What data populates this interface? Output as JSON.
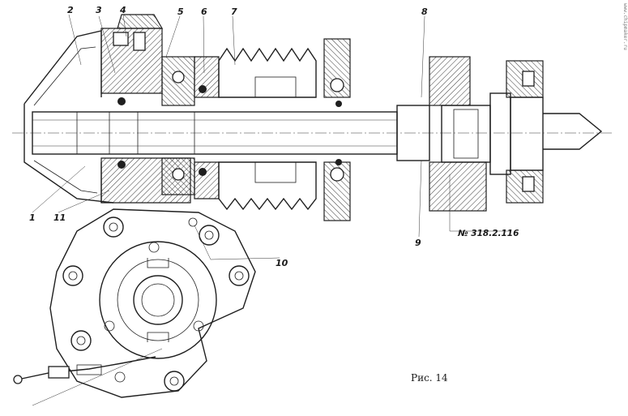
{
  "figure": {
    "caption": "Рис. 14",
    "part_number": "№ 318.2.116",
    "margin_note": "www.chipmaker.ru"
  },
  "callouts": [
    {
      "id": "c1",
      "label": "1"
    },
    {
      "id": "c2",
      "label": "2"
    },
    {
      "id": "c3",
      "label": "3"
    },
    {
      "id": "c4",
      "label": "4"
    },
    {
      "id": "c5",
      "label": "5"
    },
    {
      "id": "c6",
      "label": "6"
    },
    {
      "id": "c7",
      "label": "7"
    },
    {
      "id": "c8",
      "label": "8"
    },
    {
      "id": "c9",
      "label": "9"
    },
    {
      "id": "c10",
      "label": "10"
    },
    {
      "id": "c11",
      "label": "11"
    }
  ],
  "colors": {
    "ink": "#1f1f1f",
    "paper": "#ffffff"
  }
}
